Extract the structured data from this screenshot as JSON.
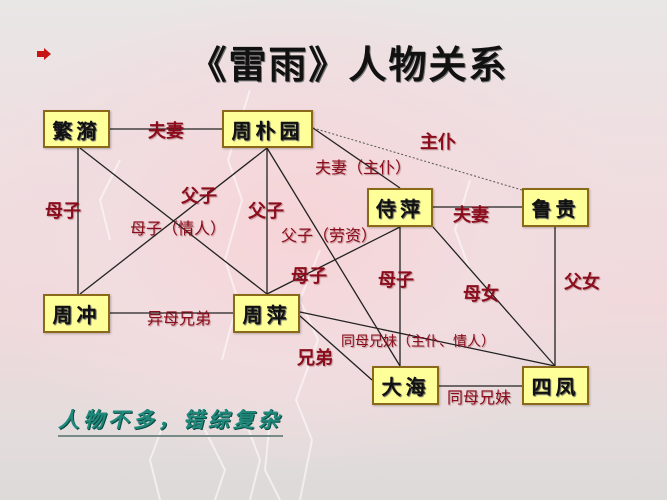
{
  "title": "《雷雨》人物关系",
  "slide_marker_icon": "red-arrow-bullet-icon",
  "caption": "人物不多，错综复杂",
  "colors": {
    "node_fill": "#ffff99",
    "node_border": "#8a6a1a",
    "relation_text": "#8b0c1c",
    "caption_text": "#1f8a7c",
    "edge": "#222222"
  },
  "nodes": {
    "fanyi": "繁漪",
    "zhoupuyuan": "周朴园",
    "shiping": "侍萍",
    "lugui": "鲁贵",
    "zhouchong": "周冲",
    "zhouping": "周萍",
    "dahai": "大海",
    "sifeng": "四凤"
  },
  "relations": {
    "fanyi_zhoupuyuan": "夫妻",
    "zhoupuyuan_lugui": "主仆",
    "zhoupuyuan_shiping": "夫妻（主仆）",
    "shiping_lugui": "夫妻",
    "fanyi_zhouchong": "母子",
    "zhoupuyuan_zhouchong": "父子",
    "fanyi_zhouping": "母子（情人）",
    "zhoupuyuan_zhouping": "父子",
    "zhoupuyuan_dahai": "父子（劳资）",
    "shiping_zhouping": "母子",
    "shiping_dahai": "母子",
    "shiping_sifeng": "母女",
    "lugui_sifeng": "父女",
    "zhouchong_zhouping": "异母兄弟",
    "zhouping_sifeng": "同母兄妹（主仆、情人）",
    "zhouping_dahai": "兄弟",
    "dahai_sifeng": "同母兄妹"
  }
}
